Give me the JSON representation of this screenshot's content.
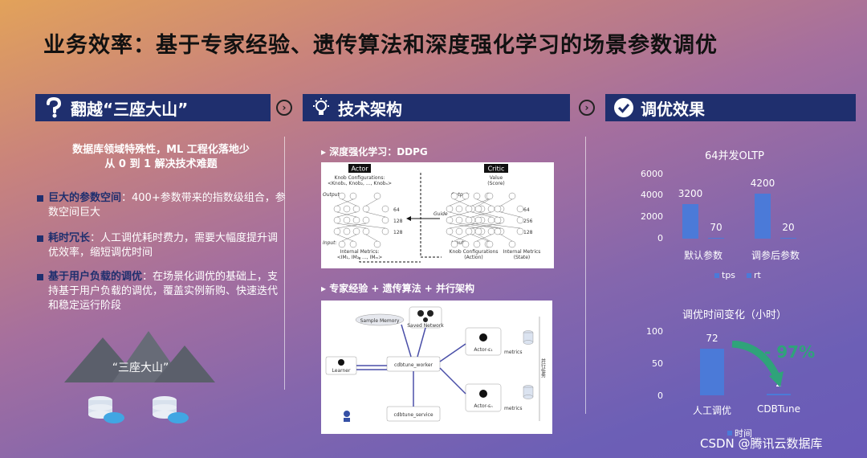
{
  "title": "业务效率：基于专家经验、遗传算法和深度强化学习的场景参数调优",
  "sections": {
    "left_header": "翻越“三座大山”",
    "mid_header": "技术架构",
    "right_header": "调优效果"
  },
  "left": {
    "intro_line1": "数据库领域特殊性，ML 工程化落地少",
    "intro_line2": "从 0 到 1 解决技术难题",
    "bullets": [
      {
        "keyword": "巨大的参数空间",
        "text": "：400+参数带来的指数级组合，参数空间巨大"
      },
      {
        "keyword": "耗时冗长",
        "text": "：人工调优耗时费力，需要大幅度提升调优效率，缩短调优时间"
      },
      {
        "keyword": "基于用户负载的调优",
        "text": "：在场景化调优的基础上，支持基于用户负载的调优，覆盖实例新购、快速迭代和稳定运行阶段"
      }
    ],
    "mountain_label": "“三座大山”"
  },
  "middle": {
    "sub1": "深度强化学习：DDPG",
    "sub2": "专家经验 + 遗传算法 + 并行架构",
    "ddpg": {
      "actor": "Actor",
      "critic": "Critic",
      "knob_conf": "Knob Configurations:",
      "knob_list": "<Knob₁, Knob₂, ..., Knobₙ>",
      "value": "Value",
      "score": "(Score)",
      "output": "Output:",
      "input": "Input:",
      "guide": "Guide",
      "n64": "64",
      "n128": "128",
      "n256": "256",
      "internal_metrics": "Internal Metrics:",
      "im_list": "<IM₁, IM₂, ..., IMₘ>",
      "knob_action": "Knob Configurations",
      "action": "(Action)",
      "im_state": "Internal Metrics",
      "state": "(State)"
    },
    "arch": {
      "sample_memory": "Sample Memory",
      "saved_network": "Saved Network",
      "learner": "Learner",
      "worker": "cdbtune_worker",
      "service": "cdbtune_service",
      "actor1": "Actor-ε₁",
      "actorn": "Actor-εₙ",
      "metrics": "metrics",
      "parallel": "并行任务"
    }
  },
  "right": {
    "chart1": {
      "title": "64并发OLTP",
      "legend": [
        "tps",
        "rt"
      ]
    },
    "chart2": {
      "title": "调优时间变化（小时）",
      "legend": [
        "时间"
      ],
      "delta": "- 97%"
    }
  },
  "watermark": "CSDN @腾讯云数据库",
  "chart_data": [
    {
      "type": "bar",
      "title": "64并发OLTP",
      "categories": [
        "默认参数",
        "调参后参数"
      ],
      "series": [
        {
          "name": "tps",
          "values": [
            3200,
            4200
          ]
        },
        {
          "name": "rt",
          "values": [
            70,
            20
          ]
        }
      ],
      "ylim": [
        0,
        6000
      ],
      "yticks": [
        0,
        2000,
        4000,
        6000
      ],
      "legend": "bottom"
    },
    {
      "type": "bar",
      "title": "调优时间变化（小时）",
      "categories": [
        "人工调优",
        "CDBTune"
      ],
      "series": [
        {
          "name": "时间",
          "values": [
            72,
            2
          ]
        }
      ],
      "ylim": [
        0,
        100
      ],
      "yticks": [
        0,
        50,
        100
      ],
      "annotation": "- 97%",
      "legend": "bottom"
    }
  ],
  "colors": {
    "header_bg": "#1f2f6e",
    "bar": "#4b7ad8",
    "accent_green": "#2fa37a"
  }
}
